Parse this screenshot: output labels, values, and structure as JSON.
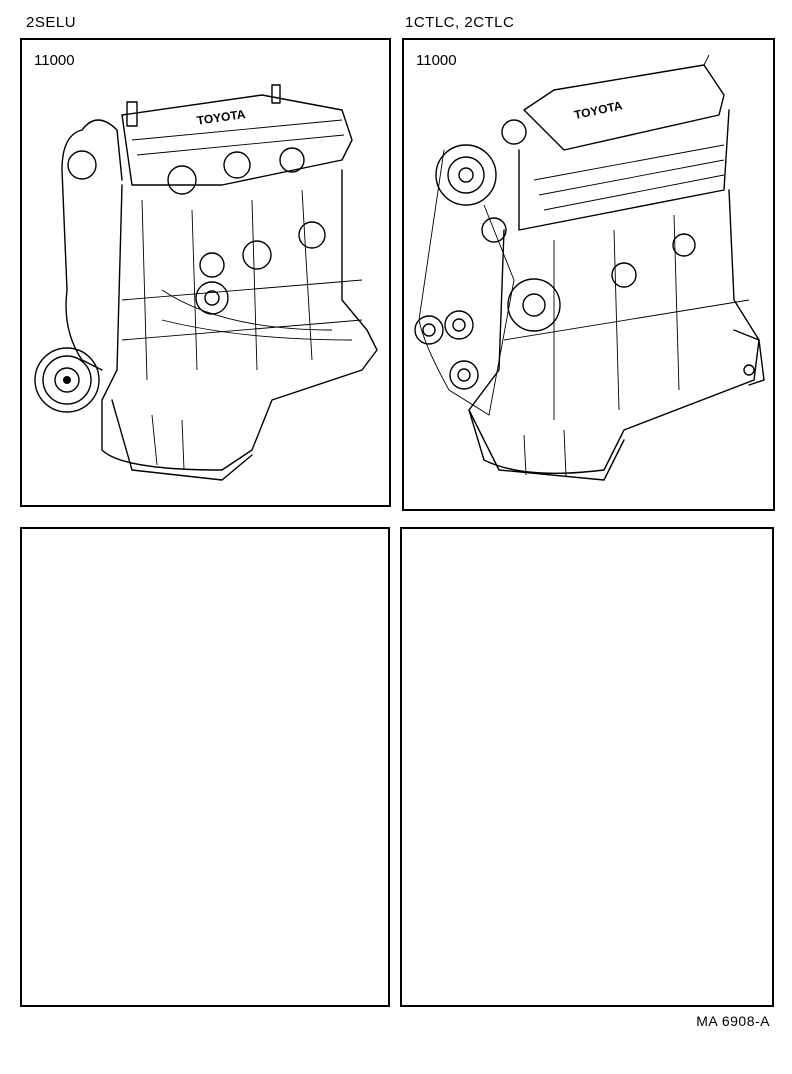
{
  "left_column": {
    "model_code": "2SELU",
    "part_number": "11000",
    "engine_brand": "TOYOTA"
  },
  "right_column": {
    "model_code": "1CTLC, 2CTLC",
    "part_number": "11000",
    "engine_brand": "TOYOTA"
  },
  "lower_panels": [
    "",
    ""
  ],
  "diagram_code": "MA 6908-A",
  "icons": [
    "engine-2selu-illustration",
    "engine-1ctlc-2ctlc-illustration"
  ]
}
